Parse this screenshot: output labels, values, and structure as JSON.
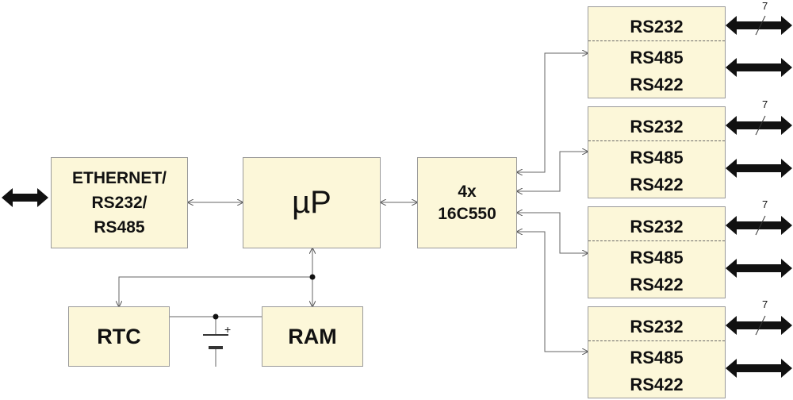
{
  "blocks": {
    "ethernet": [
      "ETHERNET/",
      "RS232/",
      "RS485"
    ],
    "cpu": "µP",
    "uart": [
      "4x",
      "16C550"
    ],
    "rtc": "RTC",
    "ram": "RAM",
    "battery_plus": "+"
  },
  "ports": [
    {
      "top": "RS232",
      "mid": "RS485",
      "bot": "RS422",
      "lines": "7"
    },
    {
      "top": "RS232",
      "mid": "RS485",
      "bot": "RS422",
      "lines": "7"
    },
    {
      "top": "RS232",
      "mid": "RS485",
      "bot": "RS422",
      "lines": "7"
    },
    {
      "top": "RS232",
      "mid": "RS485",
      "bot": "RS422",
      "lines": "7"
    }
  ]
}
